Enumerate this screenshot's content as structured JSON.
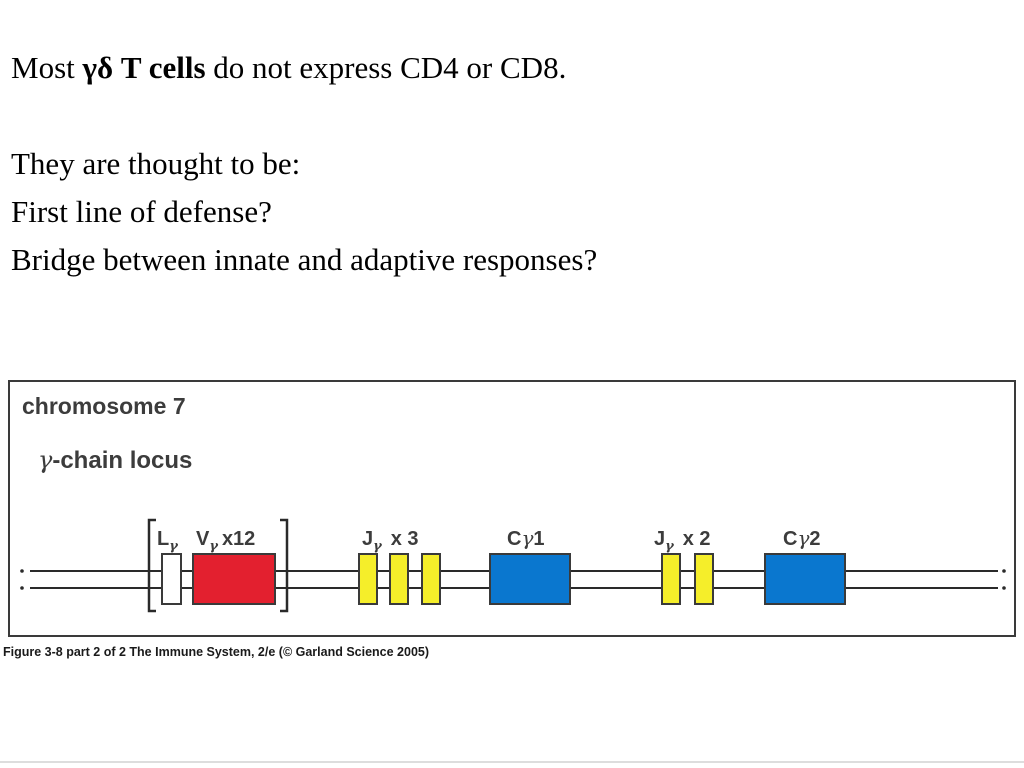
{
  "slide": {
    "line1": {
      "prefix": "Most ",
      "bold_greek": "γδ",
      "bold_term": " T cells",
      "suffix": " do not express CD4 or CD8."
    },
    "line2": "They are thought to be:",
    "line3": "First line of defense?",
    "line4": "Bridge between innate and adaptive responses?"
  },
  "figure": {
    "heading": "chromosome 7",
    "subheading_greek": "γ",
    "subheading_text": "-chain locus",
    "segments": {
      "leader": {
        "main": "L",
        "sub": "γ"
      },
      "v": {
        "main": "V",
        "sub": "γ",
        "count": "x12",
        "color": "#e3202f"
      },
      "j1": {
        "main": "J",
        "sub": "γ",
        "count": "x 3",
        "color": "#f5ee2a"
      },
      "c1": {
        "main": "C",
        "greek": "γ",
        "num": "1",
        "color": "#0a77cf"
      },
      "j2": {
        "main": "J",
        "sub": "γ",
        "count": "x 2",
        "color": "#f5ee2a"
      },
      "c2": {
        "main": "C",
        "greek": "γ",
        "num": "2",
        "color": "#0a77cf"
      }
    },
    "caption": "Figure 3-8 part 2 of 2  The Immune System, 2/e (© Garland Science 2005)"
  }
}
